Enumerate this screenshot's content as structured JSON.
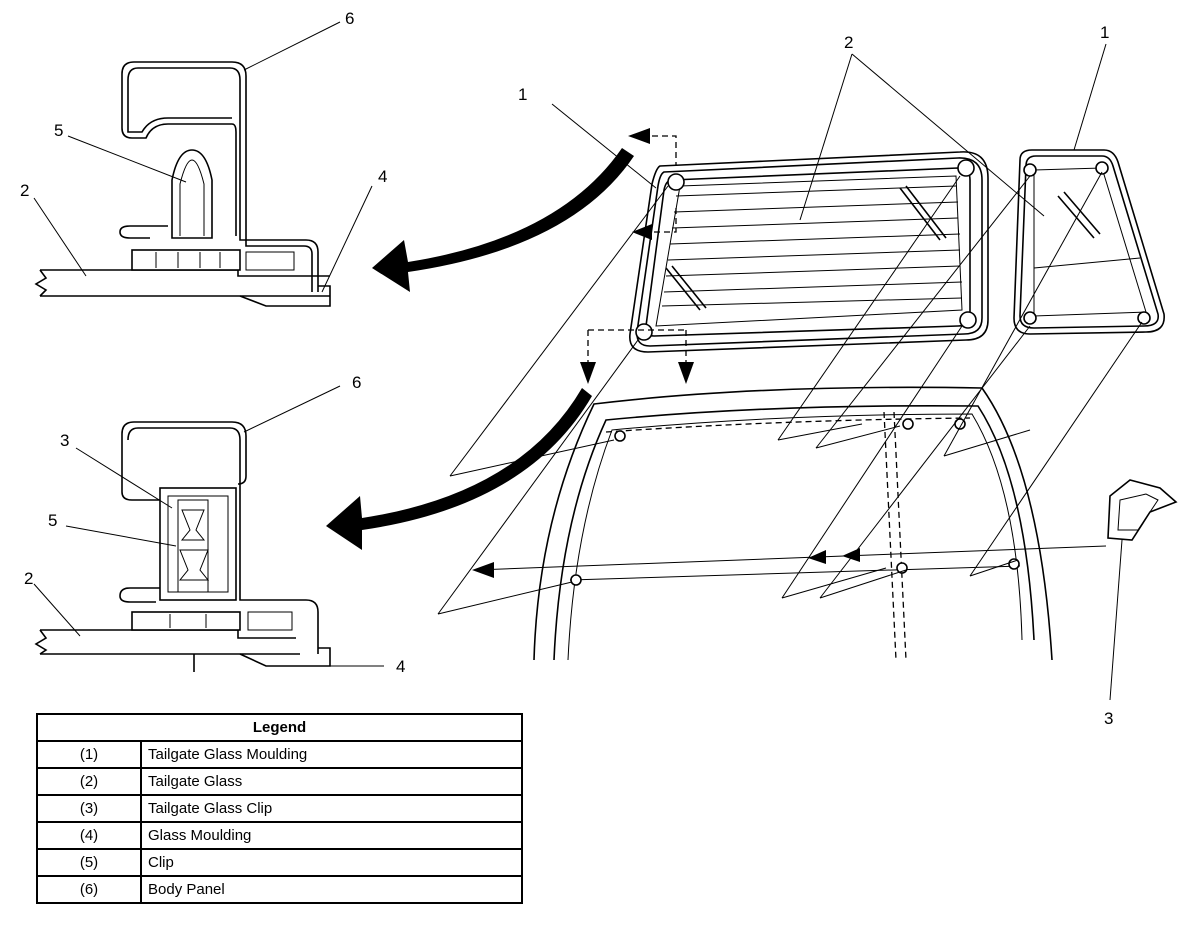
{
  "callouts": {
    "top_detail": {
      "c6": "6",
      "c5": "5",
      "c2": "2",
      "c4": "4"
    },
    "bottom_detail": {
      "c6": "6",
      "c3": "3",
      "c5": "5",
      "c2": "2",
      "c4": "4"
    },
    "main_view": {
      "c1_left": "1",
      "c2_top": "2",
      "c1_right": "1",
      "c3_right": "3"
    }
  },
  "legend": {
    "title": "Legend",
    "rows": [
      {
        "num": "(1)",
        "desc": "Tailgate Glass Moulding"
      },
      {
        "num": "(2)",
        "desc": "Tailgate Glass"
      },
      {
        "num": "(3)",
        "desc": "Tailgate Glass Clip"
      },
      {
        "num": "(4)",
        "desc": "Glass Moulding"
      },
      {
        "num": "(5)",
        "desc": "Clip"
      },
      {
        "num": "(6)",
        "desc": "Body Panel"
      }
    ]
  }
}
